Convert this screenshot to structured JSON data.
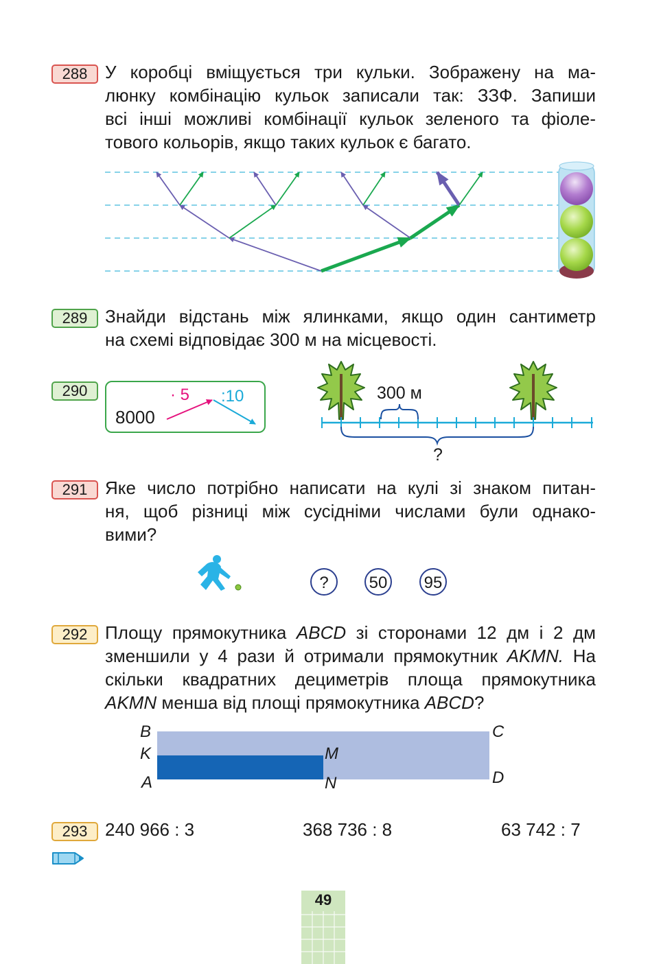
{
  "problems": {
    "p288": {
      "number": "288",
      "lines": [
        "У коробці вміщується три кульки. Зображену на ма-",
        "люнку комбінацію кульок записали так: ЗЗФ. Запиши",
        "всі інші можливі комбінації кульок зеленого та фіоле-",
        "тового кольорів, якщо таких кульок є багато."
      ]
    },
    "p289": {
      "number": "289",
      "lines": [
        "Знайди відстань між ялинками, якщо один сантиметр",
        "на схемі відповідає 300 м на місцевості."
      ],
      "scale_label": "300 м",
      "question": "?"
    },
    "p290": {
      "number": "290",
      "start": "8000",
      "op1": "· 5",
      "op2": ":10"
    },
    "p291": {
      "number": "291",
      "lines": [
        "Яке число потрібно написати на кулі зі знаком питан-",
        "ня, щоб різниці між сусідніми числами були однако-",
        "вими?"
      ],
      "balls": [
        "?",
        "50",
        "95"
      ]
    },
    "p292": {
      "number": "292",
      "line1": {
        "a": "Площу прямокутника ",
        "b": "ABCD",
        "c": " зі сторонами 12 дм і 2 дм"
      },
      "line2": {
        "a": "зменшили у 4 рази й отримали прямокутник ",
        "b": "AKMN.",
        "c": " На"
      },
      "line3": "скільки квадратних дециметрів площа прямокутника",
      "line4": {
        "a": "AKMN",
        "b": " менша від площі прямокутника ",
        "c": "ABCD",
        "d": "?"
      },
      "labels": {
        "B": "B",
        "K": "K",
        "A": "A",
        "M": "M",
        "N": "N",
        "C": "C",
        "D": "D"
      }
    },
    "p293": {
      "number": "293",
      "expressions": [
        "240 966 : 3",
        "368 736 : 8",
        "63 742 : 7"
      ]
    }
  },
  "colors": {
    "green": "#1aa84f",
    "violet": "#6a5fb0",
    "magenta": "#e5127d",
    "cyan": "#1aaad8",
    "rect_light": "#aebde0",
    "rect_dark": "#1565b5"
  },
  "icons": {
    "pencil": "pencil-icon"
  },
  "page": {
    "number": "49"
  }
}
